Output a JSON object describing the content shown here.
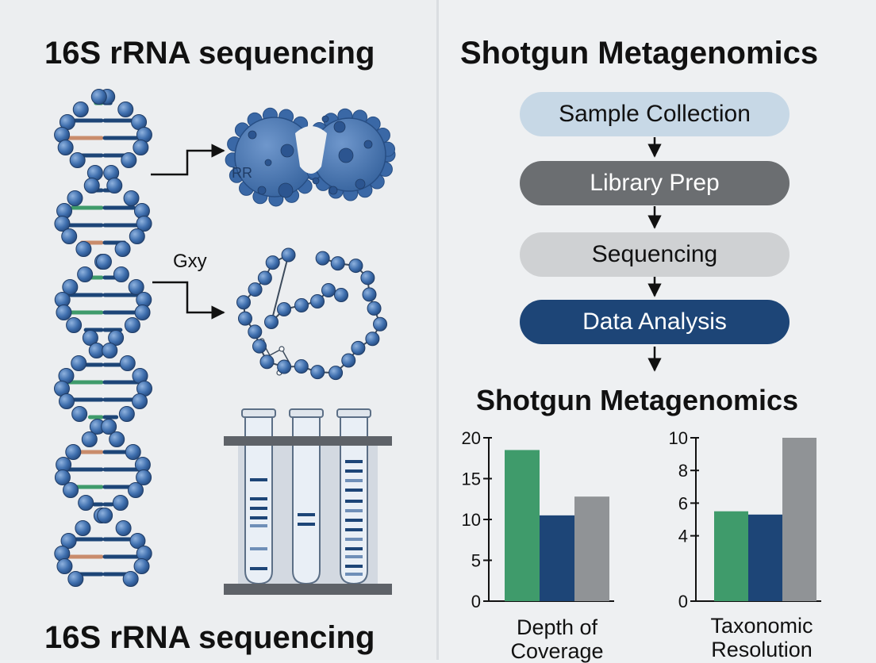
{
  "left_panel": {
    "title": "16S rRNA sequencing",
    "footer": "16S rRNA sequencing",
    "illustration_labels": {
      "ribosome_text": "RR",
      "protein_text": "Gxy"
    }
  },
  "right_panel": {
    "title": "Shotgun Metagenomics",
    "workflow": [
      {
        "label": "Sample Collection",
        "color": "#c7d8e6"
      },
      {
        "label": "Library Prep",
        "color": "#6b6e71"
      },
      {
        "label": "Sequencing",
        "color": "#cfd1d3"
      },
      {
        "label": "Data Analysis",
        "color": "#1d4577"
      }
    ],
    "chart_heading": "Shotgun Metagenomics"
  },
  "chart_data": [
    {
      "type": "bar",
      "xlabel": "Depth of\nCoverage",
      "ylim": [
        0,
        20
      ],
      "yticks": [
        0,
        5,
        10,
        15,
        20
      ],
      "values": [
        18.5,
        10.5,
        12.8
      ],
      "colors": [
        "#3f9b6b",
        "#1d4577",
        "#909396"
      ]
    },
    {
      "type": "bar",
      "xlabel": "Taxonomic\nResolution",
      "ylim": [
        0,
        10
      ],
      "yticks": [
        0,
        4,
        6,
        8,
        10
      ],
      "values": [
        5.5,
        5.3,
        10
      ],
      "colors": [
        "#3f9b6b",
        "#1d4577",
        "#909396"
      ]
    }
  ]
}
